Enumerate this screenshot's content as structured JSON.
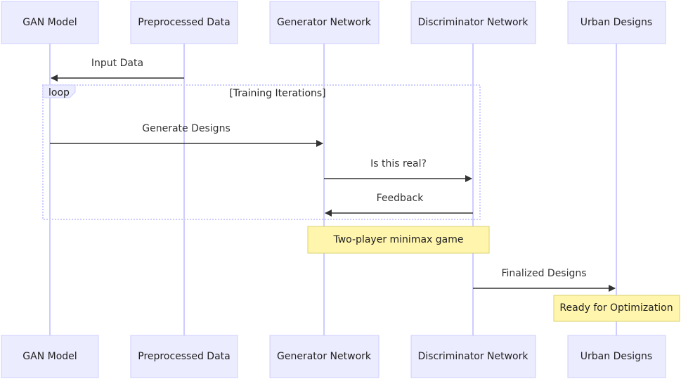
{
  "participants": [
    {
      "id": "gan",
      "label": "GAN Model"
    },
    {
      "id": "data",
      "label": "Preprocessed Data"
    },
    {
      "id": "gen",
      "label": "Generator Network"
    },
    {
      "id": "disc",
      "label": "Discriminator Network"
    },
    {
      "id": "urban",
      "label": "Urban Designs"
    }
  ],
  "messages": [
    {
      "from": "data",
      "to": "gan",
      "label": "Input Data"
    },
    {
      "from": "gan",
      "to": "gen",
      "label": "Generate Designs"
    },
    {
      "from": "gen",
      "to": "disc",
      "label": "Is this real?"
    },
    {
      "from": "disc",
      "to": "gen",
      "label": "Feedback"
    },
    {
      "from": "disc",
      "to": "urban",
      "label": "Finalized Designs"
    }
  ],
  "loop": {
    "keyword": "loop",
    "condition": "[Training Iterations]"
  },
  "notes": [
    {
      "label": "Two-player minimax game"
    },
    {
      "label": "Ready for Optimization"
    }
  ],
  "colors": {
    "actor_fill": "#ECECFF",
    "actor_border": "#CCCCFF",
    "note_fill": "#FFF5AD",
    "arrow": "#333333"
  }
}
